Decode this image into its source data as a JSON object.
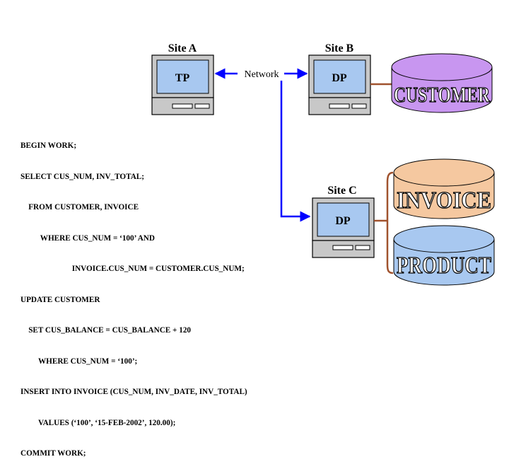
{
  "sites": {
    "a": {
      "label": "Site A",
      "role": "TP"
    },
    "b": {
      "label": "Site B",
      "role": "DP"
    },
    "c": {
      "label": "Site C",
      "role": "DP"
    }
  },
  "network_label": "Network",
  "databases": {
    "customer": "CUSTOMER",
    "invoice": "INVOICE",
    "product": "PRODUCT"
  },
  "colors": {
    "screen": "#a8c8f0",
    "monitor": "#c8c8c8",
    "customer_db": "#c896f0",
    "invoice_db": "#f5c8a0",
    "product_db": "#a8c8f0",
    "network": "#0000ff",
    "connector": "#a0522d"
  },
  "code": [
    "BEGIN WORK;",
    "SELECT CUS_NUM, INV_TOTAL;",
    "    FROM CUSTOMER, INVOICE",
    "          WHERE CUS_NUM = ‘100’ AND",
    "                          INVOICE.CUS_NUM = CUSTOMER.CUS_NUM;",
    "UPDATE CUSTOMER",
    "    SET CUS_BALANCE = CUS_BALANCE + 120",
    "         WHERE CUS_NUM = ‘100’;",
    "INSERT INTO INVOICE (CUS_NUM, INV_DATE, INV_TOTAL)",
    "         VALUES (‘100’, ‘15-FEB-2002’, 120.00);",
    "COMMIT WORK;"
  ]
}
